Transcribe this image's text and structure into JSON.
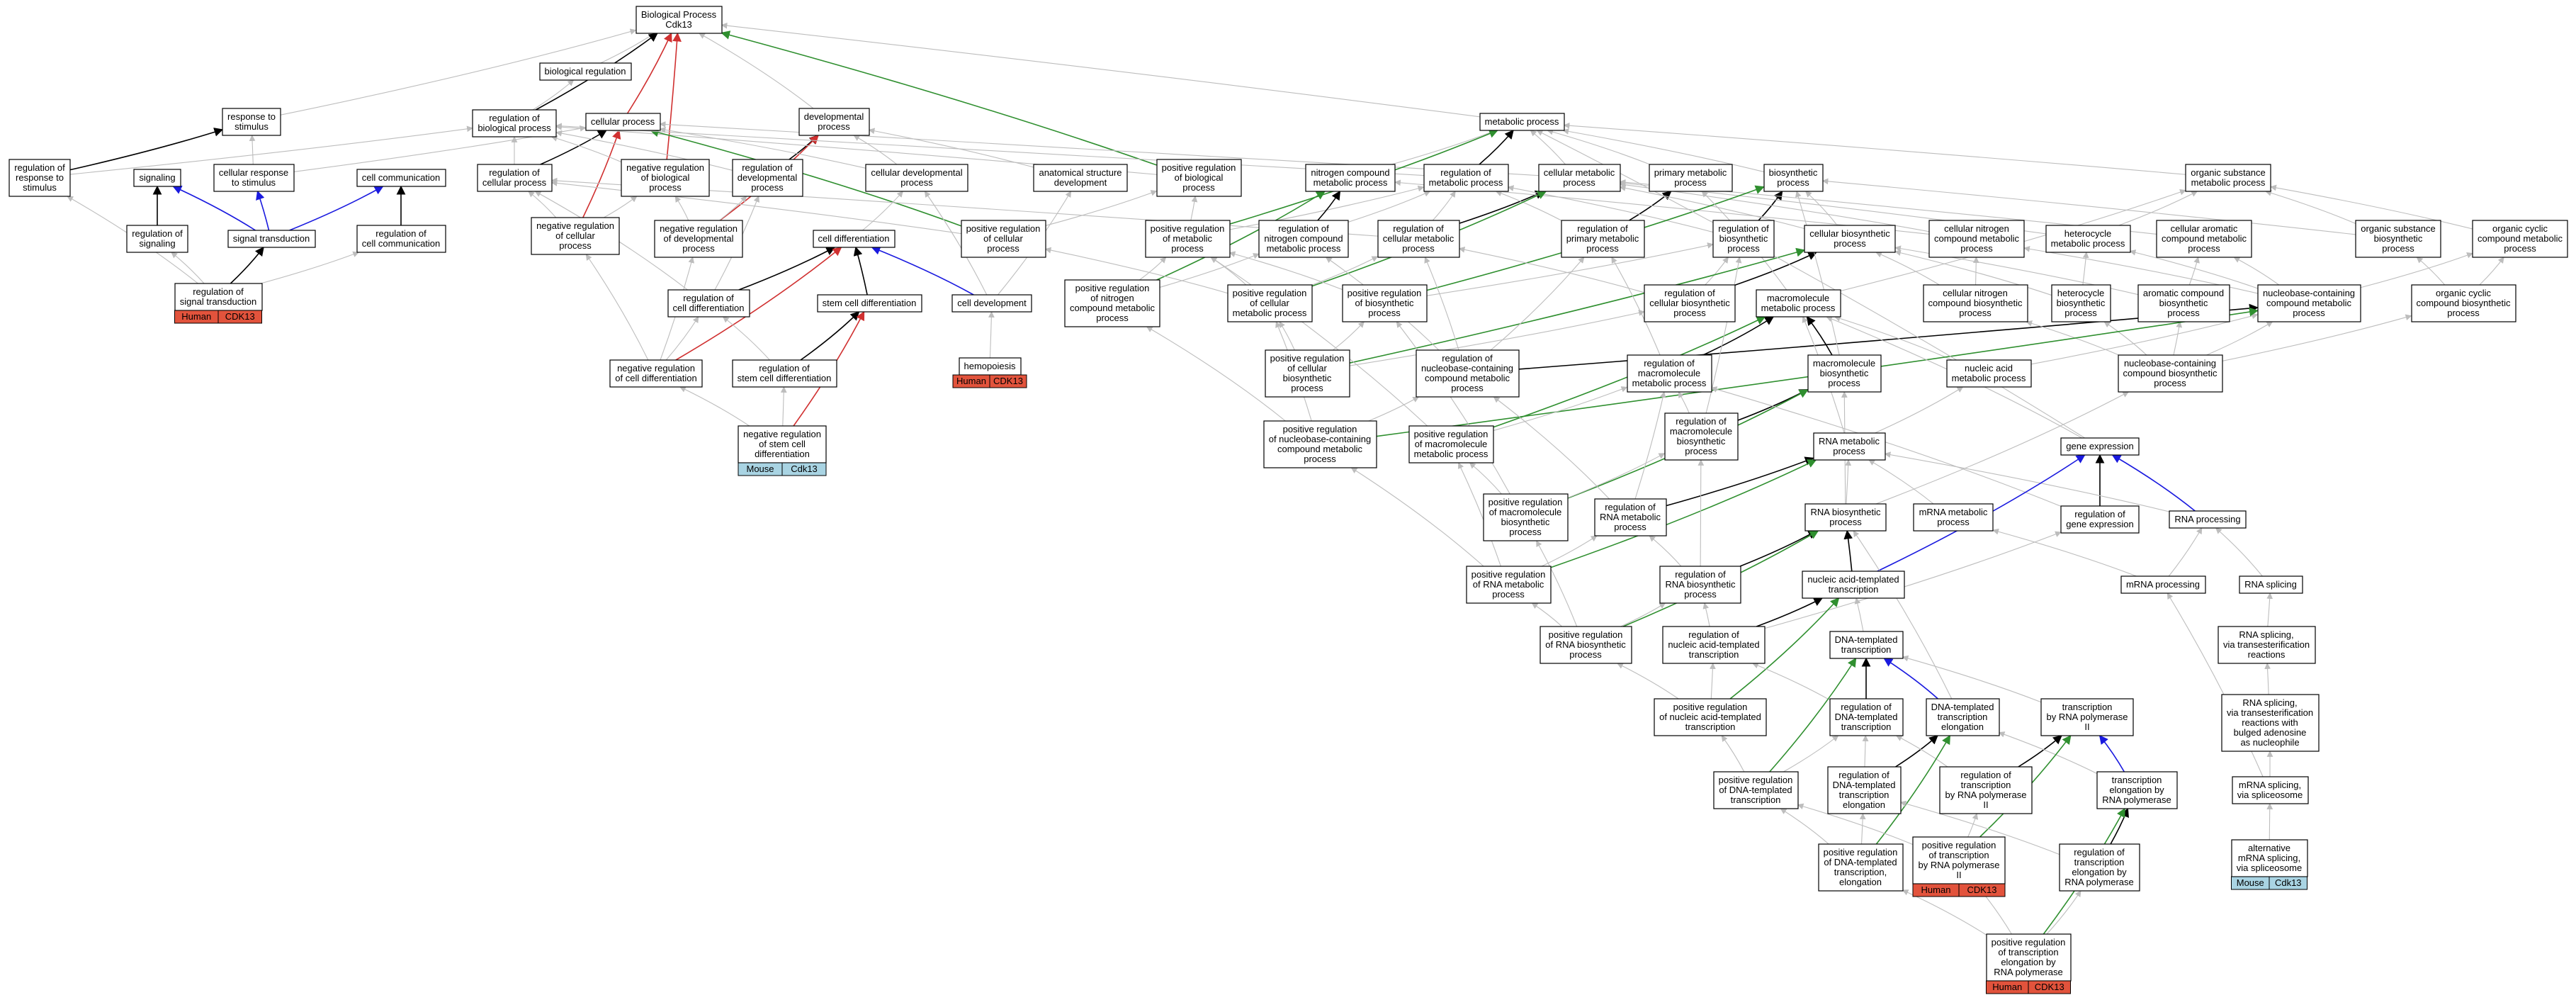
{
  "colors": {
    "gray_edge": "#bdbdbd",
    "black_edge": "#000000",
    "green_edge": "#2f8f2f",
    "red_edge": "#d03030",
    "blue_edge": "#1a1adf",
    "human_badge": "#e2533c",
    "mouse_badge": "#a9d4e3",
    "node_border": "#000000"
  },
  "badges": {
    "human_label": "Human",
    "mouse_label": "Mouse",
    "gene_upper": "CDK13",
    "gene_mouse": "Cdk13"
  },
  "nodes": [
    {
      "id": "root",
      "lines": [
        "Biological Process",
        "Cdk13"
      ]
    },
    {
      "id": "biol_reg",
      "lines": [
        "biological regulation"
      ]
    },
    {
      "id": "reg_biol_proc",
      "lines": [
        "regulation of",
        "biological process"
      ]
    },
    {
      "id": "resp_stim",
      "lines": [
        "response to",
        "stimulus"
      ]
    },
    {
      "id": "reg_resp_stim",
      "lines": [
        "regulation of",
        "response to",
        "stimulus"
      ]
    },
    {
      "id": "signaling",
      "lines": [
        "signaling"
      ]
    },
    {
      "id": "reg_signaling",
      "lines": [
        "regulation of",
        "signaling"
      ]
    },
    {
      "id": "cell_resp_stim",
      "lines": [
        "cellular response",
        "to stimulus"
      ]
    },
    {
      "id": "sig_trans",
      "lines": [
        "signal transduction"
      ]
    },
    {
      "id": "reg_sig_trans",
      "lines": [
        "regulation of",
        "signal transduction"
      ]
    },
    {
      "id": "cell_comm",
      "lines": [
        "cell communication"
      ]
    },
    {
      "id": "reg_cell_comm",
      "lines": [
        "regulation of",
        "cell communication"
      ]
    },
    {
      "id": "cellular_proc",
      "lines": [
        "cellular process"
      ]
    },
    {
      "id": "reg_cell_proc",
      "lines": [
        "regulation of",
        "cellular process"
      ]
    },
    {
      "id": "neg_reg_cell_proc",
      "lines": [
        "negative regulation",
        "of cellular",
        "process"
      ]
    },
    {
      "id": "neg_reg_biol",
      "lines": [
        "negative regulation",
        "of biological",
        "process"
      ]
    },
    {
      "id": "dev_proc",
      "lines": [
        "developmental",
        "process"
      ]
    },
    {
      "id": "reg_dev",
      "lines": [
        "regulation of",
        "developmental",
        "process"
      ]
    },
    {
      "id": "neg_reg_dev",
      "lines": [
        "negative regulation",
        "of developmental",
        "process"
      ]
    },
    {
      "id": "cell_dev_proc",
      "lines": [
        "cellular developmental",
        "process"
      ]
    },
    {
      "id": "anat_dev",
      "lines": [
        "anatomical structure",
        "development"
      ]
    },
    {
      "id": "pos_reg_biol",
      "lines": [
        "positive regulation",
        "of biological",
        "process"
      ]
    },
    {
      "id": "pos_reg_cell_proc",
      "lines": [
        "positive regulation",
        "of cellular",
        "process"
      ]
    },
    {
      "id": "cell_diff",
      "lines": [
        "cell differentiation"
      ]
    },
    {
      "id": "cell_development",
      "lines": [
        "cell development"
      ]
    },
    {
      "id": "reg_cell_diff",
      "lines": [
        "regulation of",
        "cell differentiation"
      ]
    },
    {
      "id": "stem_cell_diff",
      "lines": [
        "stem cell differentiation"
      ]
    },
    {
      "id": "neg_reg_cell_diff",
      "lines": [
        "negative regulation",
        "of cell differentiation"
      ]
    },
    {
      "id": "reg_stem_diff",
      "lines": [
        "regulation of",
        "stem cell differentiation"
      ]
    },
    {
      "id": "neg_reg_stem",
      "lines": [
        "negative regulation",
        "of stem cell",
        "differentiation"
      ]
    },
    {
      "id": "hemopoiesis",
      "lines": [
        "hemopoiesis"
      ]
    },
    {
      "id": "metabolic",
      "lines": [
        "metabolic process"
      ]
    },
    {
      "id": "nitrogen_met",
      "lines": [
        "nitrogen compound",
        "metabolic process"
      ]
    },
    {
      "id": "reg_met",
      "lines": [
        "regulation of",
        "metabolic process"
      ]
    },
    {
      "id": "cell_met",
      "lines": [
        "cellular metabolic",
        "process"
      ]
    },
    {
      "id": "prim_met",
      "lines": [
        "primary metabolic",
        "process"
      ]
    },
    {
      "id": "biosynth",
      "lines": [
        "biosynthetic",
        "process"
      ]
    },
    {
      "id": "org_subst_met",
      "lines": [
        "organic substance",
        "metabolic process"
      ]
    },
    {
      "id": "pos_reg_met",
      "lines": [
        "positive regulation",
        "of metabolic",
        "process"
      ]
    },
    {
      "id": "reg_nitro_met",
      "lines": [
        "regulation of",
        "nitrogen compound",
        "metabolic process"
      ]
    },
    {
      "id": "reg_cell_met",
      "lines": [
        "regulation of",
        "cellular metabolic",
        "process"
      ]
    },
    {
      "id": "reg_prim_met",
      "lines": [
        "regulation of",
        "primary metabolic",
        "process"
      ]
    },
    {
      "id": "reg_biosynth",
      "lines": [
        "regulation of",
        "biosynthetic",
        "process"
      ]
    },
    {
      "id": "cell_biosynth",
      "lines": [
        "cellular biosynthetic",
        "process"
      ]
    },
    {
      "id": "cell_nitro_met",
      "lines": [
        "cellular nitrogen",
        "compound metabolic",
        "process"
      ]
    },
    {
      "id": "heterocycle_met",
      "lines": [
        "heterocycle",
        "metabolic process"
      ]
    },
    {
      "id": "cell_arom_met",
      "lines": [
        "cellular aromatic",
        "compound metabolic",
        "process"
      ]
    },
    {
      "id": "org_subst_bios",
      "lines": [
        "organic substance",
        "biosynthetic",
        "process"
      ]
    },
    {
      "id": "org_cyclic_met",
      "lines": [
        "organic cyclic",
        "compound metabolic",
        "process"
      ]
    },
    {
      "id": "pos_reg_nitro",
      "lines": [
        "positive regulation",
        "of nitrogen",
        "compound metabolic",
        "process"
      ]
    },
    {
      "id": "pos_reg_cell_met",
      "lines": [
        "positive regulation",
        "of cellular",
        "metabolic process"
      ]
    },
    {
      "id": "pos_reg_biosynth",
      "lines": [
        "positive regulation",
        "of biosynthetic",
        "process"
      ]
    },
    {
      "id": "reg_cell_biosynth",
      "lines": [
        "regulation of",
        "cellular biosynthetic",
        "process"
      ]
    },
    {
      "id": "macro_met",
      "lines": [
        "macromolecule",
        "metabolic process"
      ]
    },
    {
      "id": "cell_nitro_bios",
      "lines": [
        "cellular nitrogen",
        "compound biosynthetic",
        "process"
      ]
    },
    {
      "id": "heterocycle_bios",
      "lines": [
        "heterocycle",
        "biosynthetic",
        "process"
      ]
    },
    {
      "id": "arom_bios",
      "lines": [
        "aromatic compound",
        "biosynthetic",
        "process"
      ]
    },
    {
      "id": "nucleobase_met",
      "lines": [
        "nucleobase-containing",
        "compound metabolic",
        "process"
      ]
    },
    {
      "id": "org_cyclic_bios",
      "lines": [
        "organic cyclic",
        "compound biosynthetic",
        "process"
      ]
    },
    {
      "id": "pos_reg_cell_bios",
      "lines": [
        "positive regulation",
        "of cellular",
        "biosynthetic",
        "process"
      ]
    },
    {
      "id": "reg_nucleobase_met",
      "lines": [
        "regulation of",
        "nucleobase-containing",
        "compound metabolic",
        "process"
      ]
    },
    {
      "id": "reg_macro_met",
      "lines": [
        "regulation of",
        "macromolecule",
        "metabolic process"
      ]
    },
    {
      "id": "macro_bios",
      "lines": [
        "macromolecule",
        "biosynthetic",
        "process"
      ]
    },
    {
      "id": "nucleic_met",
      "lines": [
        "nucleic acid",
        "metabolic process"
      ]
    },
    {
      "id": "nucleobase_bios",
      "lines": [
        "nucleobase-containing",
        "compound biosynthetic",
        "process"
      ]
    },
    {
      "id": "pos_reg_nucleobase",
      "lines": [
        "positive regulation",
        "of nucleobase-containing",
        "compound metabolic",
        "process"
      ]
    },
    {
      "id": "pos_reg_macro_met",
      "lines": [
        "positive regulation",
        "of macromolecule",
        "metabolic process"
      ]
    },
    {
      "id": "reg_macro_bios",
      "lines": [
        "regulation of",
        "macromolecule",
        "biosynthetic",
        "process"
      ]
    },
    {
      "id": "rna_met",
      "lines": [
        "RNA metabolic",
        "process"
      ]
    },
    {
      "id": "gene_expr",
      "lines": [
        "gene expression"
      ]
    },
    {
      "id": "pos_reg_macro_bios",
      "lines": [
        "positive regulation",
        "of macromolecule",
        "biosynthetic",
        "process"
      ]
    },
    {
      "id": "reg_rna_met",
      "lines": [
        "regulation of",
        "RNA metabolic",
        "process"
      ]
    },
    {
      "id": "rna_bios",
      "lines": [
        "RNA biosynthetic",
        "process"
      ]
    },
    {
      "id": "mrna_met",
      "lines": [
        "mRNA metabolic",
        "process"
      ]
    },
    {
      "id": "reg_gene_expr",
      "lines": [
        "regulation of",
        "gene expression"
      ]
    },
    {
      "id": "rna_proc",
      "lines": [
        "RNA processing"
      ]
    },
    {
      "id": "pos_reg_rna_met",
      "lines": [
        "positive regulation",
        "of RNA metabolic",
        "process"
      ]
    },
    {
      "id": "reg_rna_bios",
      "lines": [
        "regulation of",
        "RNA biosynthetic",
        "process"
      ]
    },
    {
      "id": "nuc_templ",
      "lines": [
        "nucleic acid-templated",
        "transcription"
      ]
    },
    {
      "id": "mrna_proc",
      "lines": [
        "mRNA processing"
      ]
    },
    {
      "id": "rna_splicing",
      "lines": [
        "RNA splicing"
      ]
    },
    {
      "id": "pos_reg_rna_bios",
      "lines": [
        "positive regulation",
        "of RNA biosynthetic",
        "process"
      ]
    },
    {
      "id": "reg_nuc_templ",
      "lines": [
        "regulation of",
        "nucleic acid-templated",
        "transcription"
      ]
    },
    {
      "id": "dna_templ",
      "lines": [
        "DNA-templated",
        "transcription"
      ]
    },
    {
      "id": "rna_splice_trans",
      "lines": [
        "RNA splicing,",
        "via transesterification",
        "reactions"
      ]
    },
    {
      "id": "pos_reg_nuc_templ",
      "lines": [
        "positive regulation",
        "of nucleic acid-templated",
        "transcription"
      ]
    },
    {
      "id": "reg_dna_templ",
      "lines": [
        "regulation of",
        "DNA-templated",
        "transcription"
      ]
    },
    {
      "id": "dna_templ_elong",
      "lines": [
        "DNA-templated",
        "transcription",
        "elongation"
      ]
    },
    {
      "id": "trans_pol2",
      "lines": [
        "transcription",
        "by RNA polymerase",
        "II"
      ]
    },
    {
      "id": "rna_splice_bulged",
      "lines": [
        "RNA splicing,",
        "via transesterification",
        "reactions with",
        "bulged adenosine",
        "as nucleophile"
      ]
    },
    {
      "id": "pos_reg_dna_templ",
      "lines": [
        "positive regulation",
        "of DNA-templated",
        "transcription"
      ]
    },
    {
      "id": "reg_dna_templ_elong",
      "lines": [
        "regulation of",
        "DNA-templated",
        "transcription",
        "elongation"
      ]
    },
    {
      "id": "reg_trans_pol2",
      "lines": [
        "regulation of",
        "transcription",
        "by RNA polymerase",
        "II"
      ]
    },
    {
      "id": "trans_elong_pol",
      "lines": [
        "transcription",
        "elongation by",
        "RNA polymerase"
      ]
    },
    {
      "id": "mrna_splice_spl",
      "lines": [
        "mRNA splicing,",
        "via spliceosome"
      ]
    },
    {
      "id": "pos_reg_dna_elong",
      "lines": [
        "positive regulation",
        "of DNA-templated",
        "transcription,",
        "elongation"
      ]
    },
    {
      "id": "pos_reg_trans_pol2",
      "lines": [
        "positive regulation",
        "of transcription",
        "by RNA polymerase",
        "II"
      ]
    },
    {
      "id": "reg_trans_elong_pol",
      "lines": [
        "regulation of",
        "transcription",
        "elongation by",
        "RNA polymerase"
      ]
    },
    {
      "id": "alt_mrna_splice",
      "lines": [
        "alternative",
        "mRNA splicing,",
        "via spliceosome"
      ]
    },
    {
      "id": "pos_reg_trans_elong",
      "lines": [
        "positive regulation",
        "of transcription",
        "elongation by",
        "RNA polymerase"
      ]
    }
  ]
}
